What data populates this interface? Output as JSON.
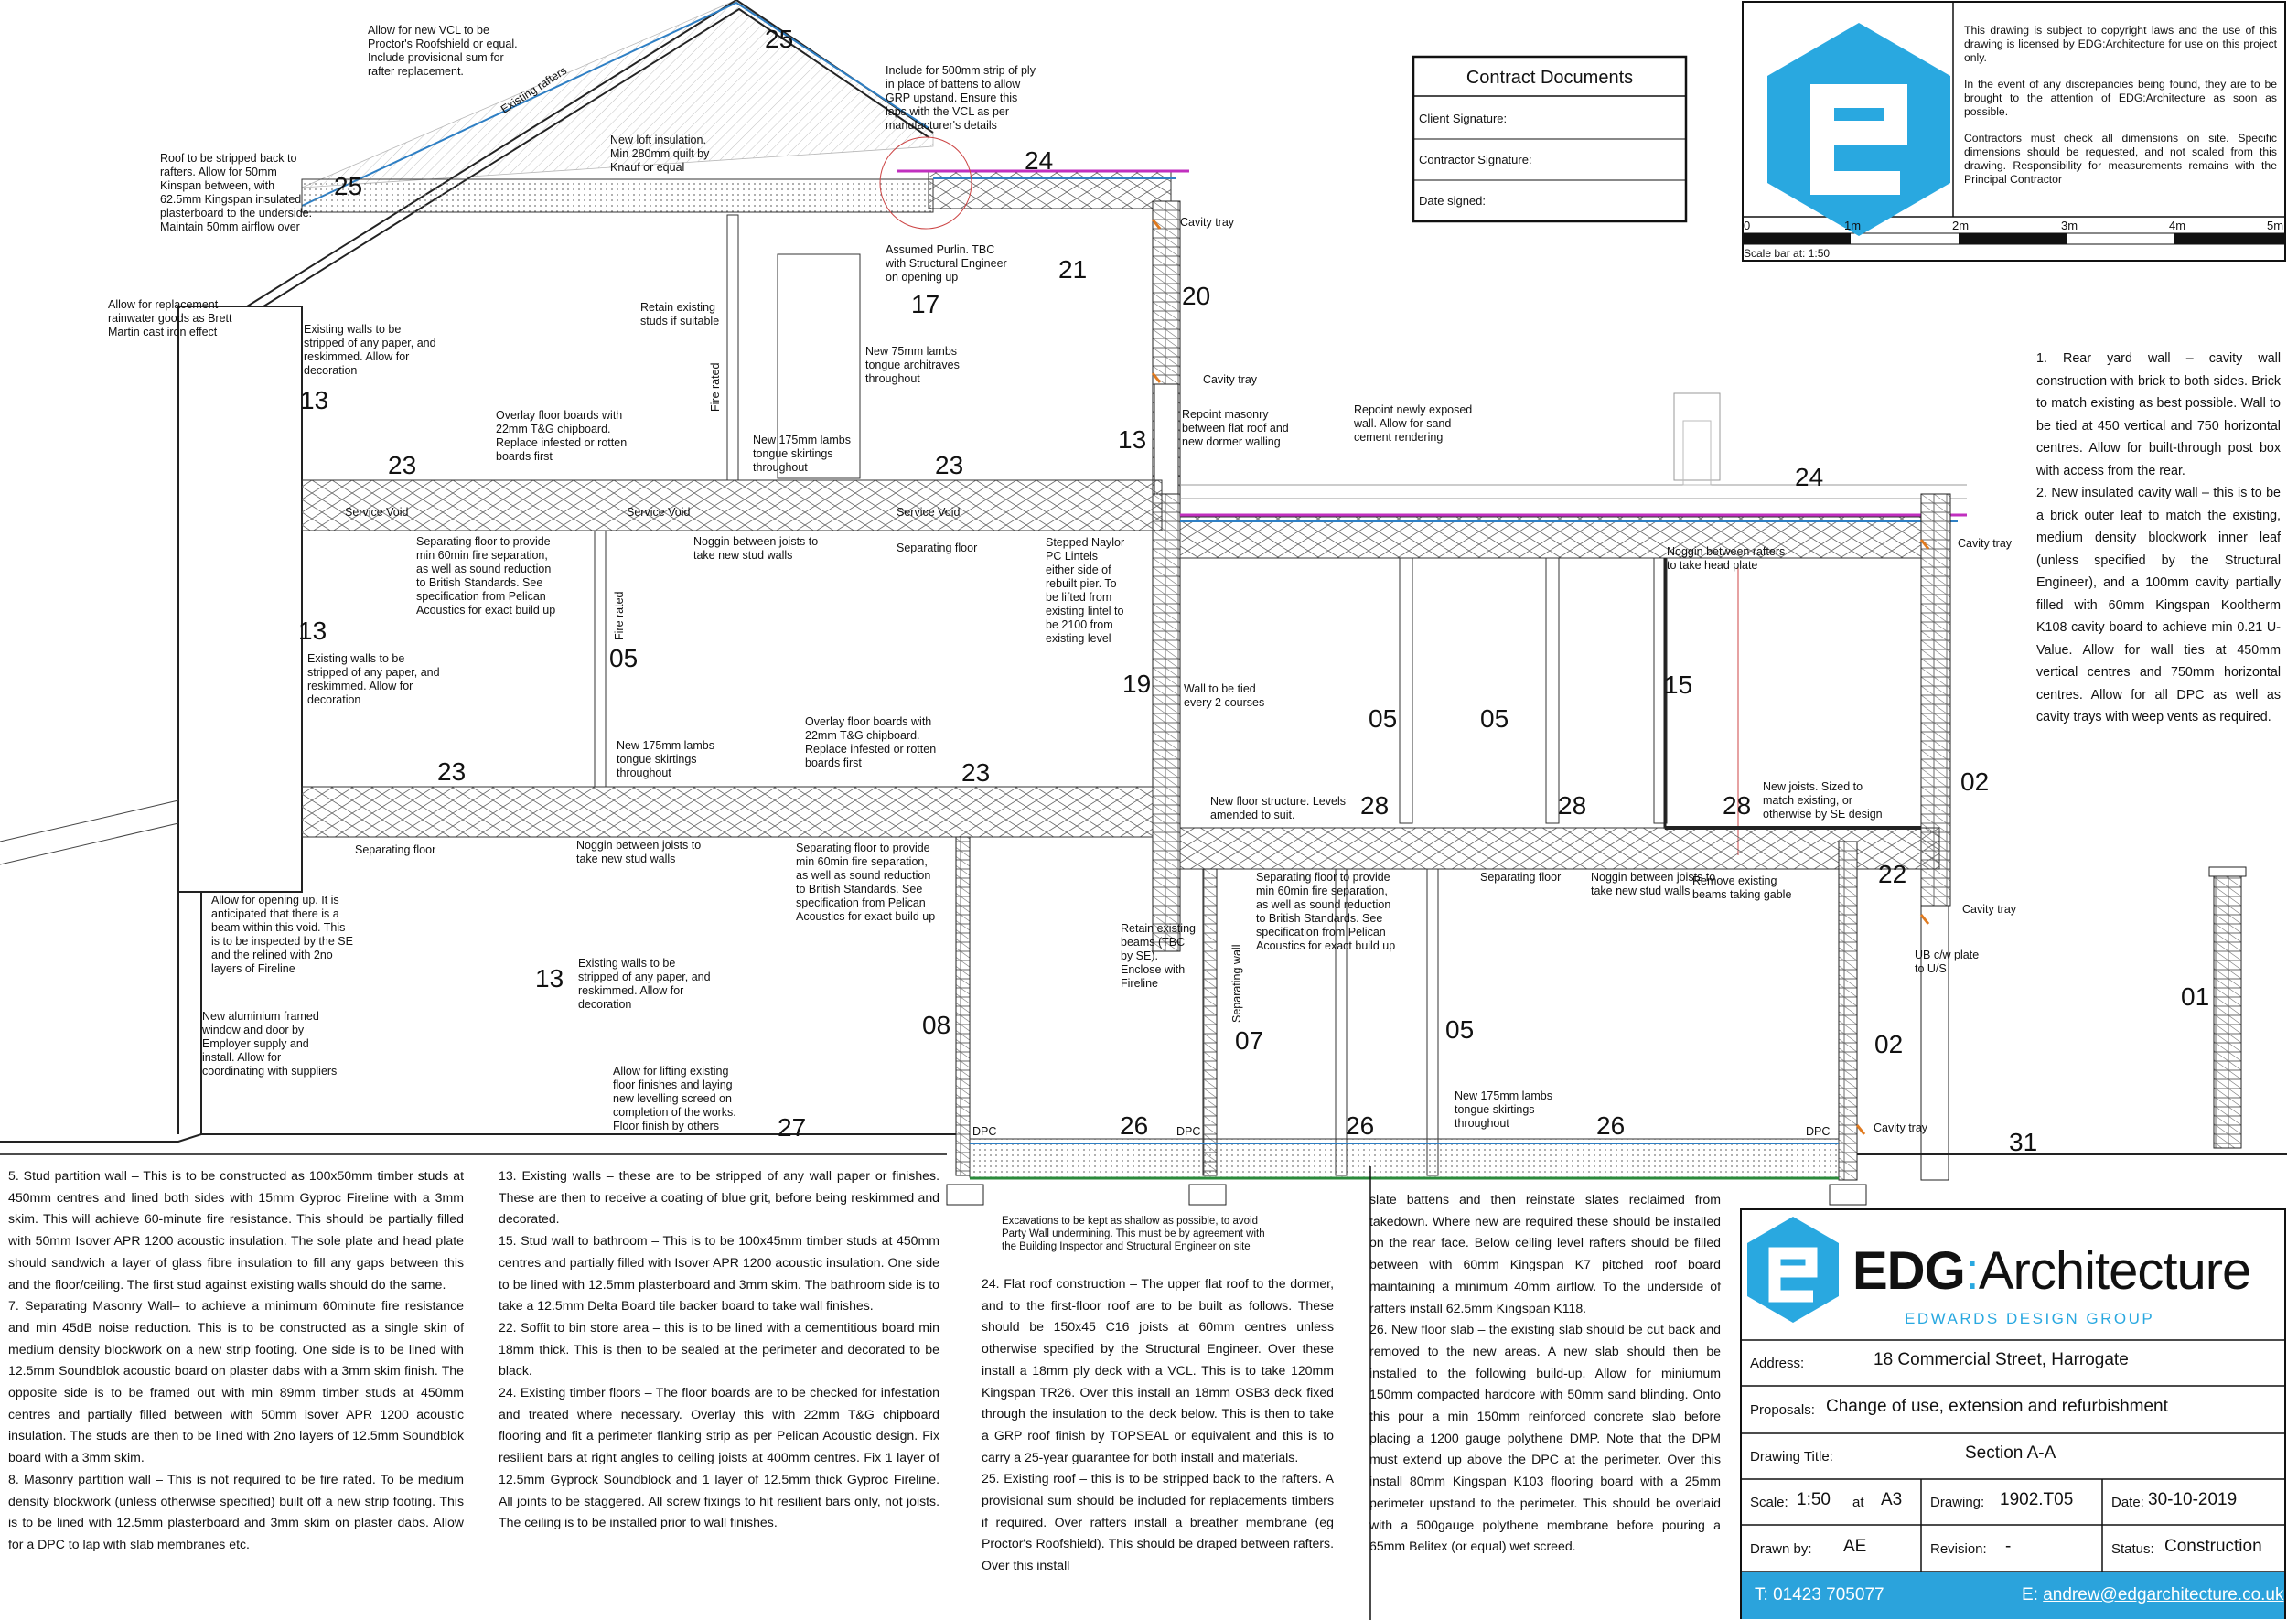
{
  "notes": {
    "vcl": "Allow for new VCL to be\nProctor's Roofshield or equal.\nInclude provisional sum for\nrafter replacement.",
    "ply": "Include for 500mm strip of ply\nin place of battens to allow\nGRP upstand.  Ensure this\nlaps with the VCL as per\nmanufacturer's details",
    "loft": "New loft insulation.\nMin 280mm quilt by\nKnauf or equal",
    "strip_roof": "Roof to be stripped back to\nrafters.  Allow for 50mm\nKinspan between, with\n62.5mm Kingspan insulated\nplasterboard to the underside.\nMaintain 50mm airflow over",
    "rainwater": "Allow for replacement\nrainwater goods as Brett\nMartin cast iron effect",
    "existing_rafters": "Existing rafters",
    "purlin": "Assumed Purlin.  TBC\nwith Structural Engineer\non opening up",
    "cavity_tray": "Cavity tray",
    "retain_studs": "Retain existing\nstuds if suitable",
    "walls_strip_top": "Existing walls to be\nstripped of any paper, and\nreskimmed.  Allow for\ndecoration",
    "architraves": "New 75mm  lambs\ntongue architraves\nthroughout",
    "overlay_top": "Overlay floor boards with\n22mm T&G chipboard.\nReplace infested or rotten\nboards first",
    "fire_rated": "Fire rated",
    "skirting_175": "New 175mm  lambs\ntongue skirtings\nthroughout",
    "repoint_masonry": "Repoint masonry\nbetween flat roof and\nnew dormer walling",
    "repoint_exposed": "Repoint newly exposed\nwall.  Allow for sand\ncement rendering",
    "service_void": "Service Void",
    "separating_floor": "Separating floor",
    "sep_floor_spec": "Separating floor to provide\nmin 60min fire separation,\nas well as sound reduction\nto British Standards. See\nspecification from Pelican\nAcoustics for exact build up",
    "noggin_stud": "Noggin between joists to\ntake new stud walls",
    "naylor": "Stepped Naylor\nPC Lintels\neither side of\nrebuilt pier. To\nbe lifted from\nexisting lintel to\nbe 2100 from\nexisting level",
    "noggin_head": "Noggin between rafters\nto take head plate",
    "walls_strip_mid": "Existing walls to be\nstripped of any paper, and\nreskimmed.  Allow for\ndecoration",
    "wall_tied": "Wall to be tied\nevery 2 courses",
    "overlay_mid": "Overlay floor boards with\n22mm T&G chipboard.\nReplace infested or rotten\nboards first",
    "new_floor_structure": "New floor structure. Levels\namended to suit.",
    "new_joists": "New joists.  Sized to\nmatch existing, or\notherwise by SE design",
    "opening_up": "Allow for opening up.  It is\nanticipated that there is a\nbeam within this void.  This\nis to be inspected by the SE\nand the relined with 2no\nlayers of Fireline",
    "retain_beams": "Retain existing\nbeams (TBC\nby SE).\nEnclose with\nFireline",
    "separating_wall": "Separating wall",
    "remove_beams": "Remove existing\nbeams taking gable",
    "ub_plate": "UB c/w plate\nto U/S",
    "window_door": "New aluminium framed\nwindow and door by\nEmployer supply and\ninstall.  Allow for\ncoordinating with suppliers",
    "walls_strip_low": "Existing walls to be\nstripped of any paper, and\nreskimmed.  Allow for\ndecoration",
    "floor_finishes": "Allow for lifting existing\nfloor finishes and laying\nnew levelling screed on\ncompletion of the works.\nFloor finish by others",
    "dpc": "DPC",
    "excavations": "Excavations to be kept as shallow as possible, to avoid\nParty Wall undermining.  This must be by agreement with\nthe Building Inspector and Structural Engineer on site"
  },
  "numbers": {
    "n25": "25",
    "n24": "24",
    "n21": "21",
    "n17": "17",
    "n20": "20",
    "n13": "13",
    "n23": "23",
    "n05": "05",
    "n19": "19",
    "n15": "15",
    "n28": "28",
    "n02": "02",
    "n22": "22",
    "n08": "08",
    "n07": "07",
    "n01": "01",
    "n26": "26",
    "n27": "27",
    "n31": "31"
  },
  "contract": {
    "title": "Contract Documents",
    "client": "Client Signature:",
    "contractor": "Contractor Signature:",
    "date": "Date signed:"
  },
  "copyright": {
    "p1": "This drawing is subject to copyright laws and the use of this drawing is licensed by EDG:Architecture for use on this project only.",
    "p2": "In the event of any discrepancies being found, they are to be brought to the attention of EDG:Architecture as soon as possible.",
    "p3": "Contractors must check all dimensions on site.  Specific dimensions should be requested, and not scaled from this drawing.   Responsibility for measurements remains with the Principal Contractor"
  },
  "scale_bar": {
    "ticks": [
      "0",
      "1m",
      "2m",
      "3m",
      "4m",
      "5m"
    ],
    "label": "Scale bar at:  1:50"
  },
  "spec_right": {
    "p1": "1.        Rear yard wall – cavity wall construction with brick to both sides. Brick to match existing as best possible. Wall to be tied at 450 vertical and 750 horizontal centres. Allow for built-through post box with access from the rear.",
    "p2": "2.        New insulated cavity wall – this is to be a brick outer leaf to match the existing, medium density blockwork inner leaf (unless specified by the Structural Engineer), and a 100mm cavity partially filled with 60mm Kingspan Kooltherm K108 cavity board to achieve min 0.21 U-Value. Allow for wall ties at 450mm vertical centres and 750mm horizontal centres.  Allow for all DPC as well as cavity trays with weep vents as required."
  },
  "spec_col1": {
    "p5": "5.         Stud partition wall – This is to be constructed as 100x50mm timber studs at 450mm centres and lined both sides with 15mm Gyproc Fireline with a 3mm skim. This will achieve 60-minute fire resistance. This should be partially filled with 50mm Isover APR 1200 acoustic insulation. The sole plate and head plate should sandwich a layer of glass fibre insulation to fill any gaps between this and the floor/ceiling. The first stud against existing walls should do the same.",
    "p7": "7.         Separating Masonry Wall– to achieve a minimum 60minute fire resistance and min 45dB noise reduction.  This is to be constructed as a single skin of medium density blockwork on a new strip footing. One side is to be lined with 12.5mm Soundblok acoustic board on plaster dabs with a 3mm skim finish.  The opposite side is to be framed out with min 89mm timber studs at 450mm centres and partially filled between with 50mm isover APR 1200 acoustic insulation. The studs are then to be lined with 2no layers of 12.5mm Soundblok board with a 3mm skim.",
    "p8": "8.         Masonry partition wall – This is not required to be fire rated. To be medium density blockwork (unless otherwise specified) built off a new strip footing.  This is to be lined with 12.5mm plasterboard and 3mm skim on plaster dabs.  Allow for a DPC to lap with slab membranes etc."
  },
  "spec_col2": {
    "p13": "13.         Existing walls – these are to be stripped of any wall paper or finishes.  These are then to receive a coating of blue grit, before being reskimmed and decorated.",
    "p15": "15.         Stud wall to bathroom – This is to be 100x45mm timber studs at 450mm centres and partially filled with Isover APR 1200 acoustic insulation.  One side to be lined with 12.5mm plasterboard and 3mm skim.  The bathroom side is to take a 12.5mm Delta Board tile backer board to take wall finishes.",
    "p22": "22.         Soffit to bin store area – this is to be lined with a cementitious board min 18mm thick.  This is then to be sealed at the perimeter and decorated to be black.",
    "p24": "24.         Existing timber floors – The floor boards are to be checked for infestation and treated where necessary. Overlay this with 22mm T&G chipboard flooring and fit a perimeter flanking strip as per Pelican Acoustic design. Fix resilient bars at right angles to ceiling joists at 400mm centres.  Fix 1 layer of 12.5mm Gyprock Soundblock and 1 layer of 12.5mm thick Gyproc Fireline. All joints to be staggered. All screw fixings to hit resilient bars only, not joists. The ceiling is to be installed prior to wall finishes."
  },
  "spec_col3": {
    "p24": "24.         Flat roof construction – The upper flat roof to the dormer, and to the first-floor roof are to be built as follows.  These should be 150x45 C16 joists at 60mm centres unless otherwise specified by the Structural Engineer.  Over these install a 18mm ply deck with a VCL.  This is to take 120mm Kingspan TR26.  Over this install an 18mm OSB3 deck fixed through the insulation to the deck below.  This is then to take a GRP roof finish by TOPSEAL or equivalent and this is to carry a 25-year guarantee for both install and materials.",
    "p25": "25.         Existing roof – this is to be stripped back to the rafters.  A provisional sum should be included for replacements timbers if required. Over rafters install a breather membrane (eg Proctor's Roofshield).  This should be draped between rafters.  Over this install"
  },
  "spec_col4": {
    "p_cont": "slate battens and then reinstate slates reclaimed from takedown.  Where new are required these should be installed on the rear face. Below ceiling level rafters should be filled between with 60mm Kingspan K7 pitched roof board maintaining a minimum 40mm airflow.  To the underside of rafters install 62.5mm Kingspan K118.",
    "p26": "26.         New floor slab – the existing slab should be cut back and removed to the new areas.  A new slab should then be installed to the following build-up. Allow for miniumum 150mm compacted hardcore with 50mm sand blinding.  Onto this pour a min 150mm reinforced concrete slab before placing a 1200 gauge polythene DMP.  Note that the DPM must extend up above the DPC at the perimeter. Over this install 80mm Kingspan K103 flooring board with a 25mm perimeter upstand to the perimeter.  This should be overlaid with a 500gauge polythene membrane before pouring a 65mm Belitex (or equal) wet screed."
  },
  "title_block": {
    "brand_prefix": "EDG",
    "brand_sep": ":",
    "brand_suffix": "Architecture",
    "tagline": "EDWARDS DESIGN GROUP",
    "address_label": "Address:",
    "address": "18 Commercial Street, Harrogate",
    "proposals_label": "Proposals:",
    "proposals": "Change of use, extension and refurbishment",
    "drawing_title_label": "Drawing Title:",
    "drawing_title": "Section A-A",
    "scale_label": "Scale:",
    "scale": "1:50",
    "at_label": "at",
    "paper": "A3",
    "drawing_label": "Drawing:",
    "drawing_no": "1902.T05",
    "date_label": "Date:",
    "date": "30-10-2019",
    "drawn_label": "Drawn by:",
    "drawn": "AE",
    "revision_label": "Revision:",
    "revision": "-",
    "status_label": "Status:",
    "status": "Construction",
    "phone_label": "T:",
    "phone": "01423 705077",
    "email_label": "E:",
    "email": "andrew@edgarchitecture.co.uk"
  },
  "colors": {
    "brand_blue": "#29a8e0",
    "footer_blue": "#2ba3dc",
    "membrane_magenta": "#c12fbf",
    "dpc_green": "#2a8a3a",
    "cavity_orange": "#e07a1f"
  }
}
